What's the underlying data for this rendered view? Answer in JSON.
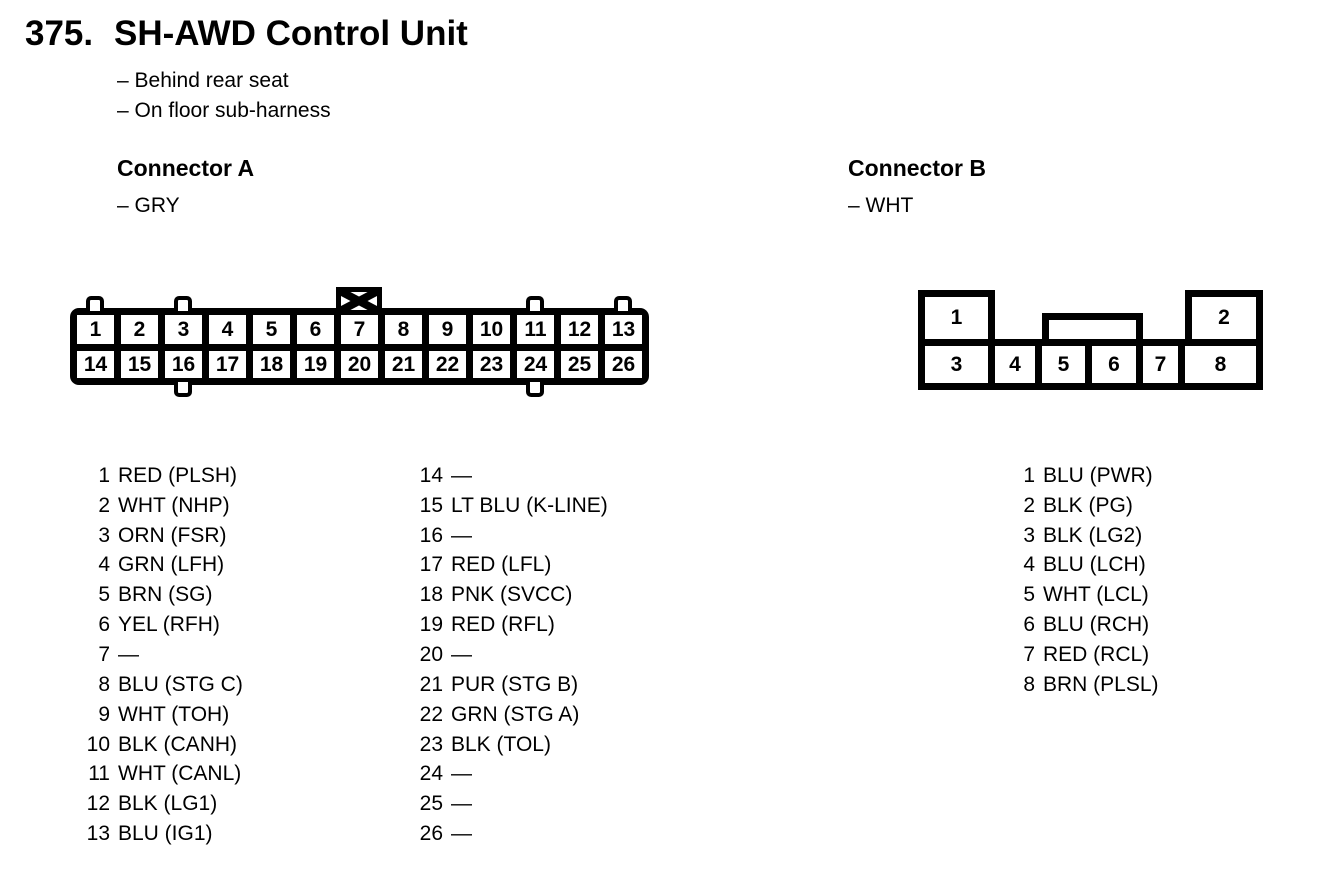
{
  "page": {
    "number": "375.",
    "title": "SH-AWD Control Unit",
    "location_notes": [
      "– Behind rear seat",
      "– On floor sub-harness"
    ]
  },
  "colors": {
    "ink": "#000000",
    "paper": "#ffffff"
  },
  "connector_a": {
    "heading": "Connector A",
    "color_note": "– GRY",
    "grid_row1": [
      "1",
      "2",
      "3",
      "4",
      "5",
      "6",
      "7",
      "8",
      "9",
      "10",
      "11",
      "12",
      "13"
    ],
    "grid_row2": [
      "14",
      "15",
      "16",
      "17",
      "18",
      "19",
      "20",
      "21",
      "22",
      "23",
      "24",
      "25",
      "26"
    ],
    "pins_col1": [
      {
        "num": "1",
        "label": "RED (PLSH)"
      },
      {
        "num": "2",
        "label": "WHT (NHP)"
      },
      {
        "num": "3",
        "label": "ORN (FSR)"
      },
      {
        "num": "4",
        "label": "GRN (LFH)"
      },
      {
        "num": "5",
        "label": "BRN (SG)"
      },
      {
        "num": "6",
        "label": "YEL (RFH)"
      },
      {
        "num": "7",
        "label": "—"
      },
      {
        "num": "8",
        "label": "BLU (STG C)"
      },
      {
        "num": "9",
        "label": "WHT (TOH)"
      },
      {
        "num": "10",
        "label": "BLK (CANH)"
      },
      {
        "num": "11",
        "label": "WHT (CANL)"
      },
      {
        "num": "12",
        "label": "BLK (LG1)"
      },
      {
        "num": "13",
        "label": "BLU (IG1)"
      }
    ],
    "pins_col2": [
      {
        "num": "14",
        "label": "—"
      },
      {
        "num": "15",
        "label": "LT BLU (K-LINE)"
      },
      {
        "num": "16",
        "label": "—"
      },
      {
        "num": "17",
        "label": "RED (LFL)"
      },
      {
        "num": "18",
        "label": "PNK (SVCC)"
      },
      {
        "num": "19",
        "label": "RED (RFL)"
      },
      {
        "num": "20",
        "label": "—"
      },
      {
        "num": "21",
        "label": "PUR (STG B)"
      },
      {
        "num": "22",
        "label": "GRN (STG A)"
      },
      {
        "num": "23",
        "label": "BLK (TOL)"
      },
      {
        "num": "24",
        "label": "—"
      },
      {
        "num": "25",
        "label": "—"
      },
      {
        "num": "26",
        "label": "—"
      }
    ]
  },
  "connector_b": {
    "heading": "Connector B",
    "color_note": "– WHT",
    "top_cells": [
      "1",
      "2"
    ],
    "bottom_cells": [
      "3",
      "4",
      "5",
      "6",
      "7",
      "8"
    ],
    "pins": [
      {
        "num": "1",
        "label": "BLU (PWR)"
      },
      {
        "num": "2",
        "label": "BLK (PG)"
      },
      {
        "num": "3",
        "label": "BLK (LG2)"
      },
      {
        "num": "4",
        "label": "BLU (LCH)"
      },
      {
        "num": "5",
        "label": "WHT (LCL)"
      },
      {
        "num": "6",
        "label": "BLU (RCH)"
      },
      {
        "num": "7",
        "label": "RED (RCL)"
      },
      {
        "num": "8",
        "label": "BRN (PLSL)"
      }
    ]
  }
}
